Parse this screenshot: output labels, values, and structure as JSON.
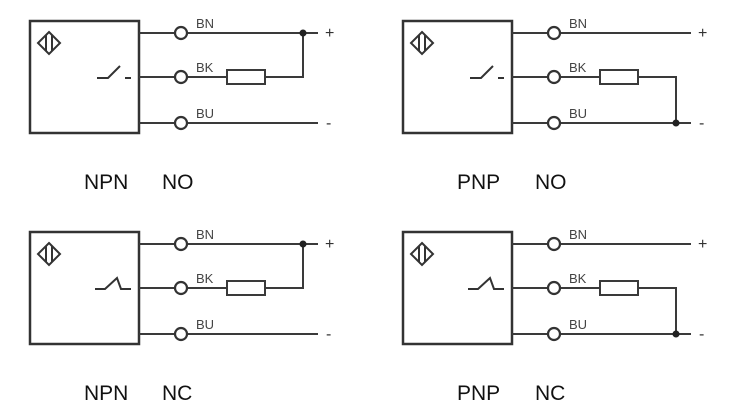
{
  "diagrams": [
    {
      "id": "npn-no",
      "output_type": "NPN",
      "contact_type": "NO",
      "load_to": "+",
      "switch": "normally-open",
      "wires": [
        "BN",
        "BK",
        "BU"
      ],
      "polarity": {
        "top": "+",
        "bottom": "-"
      }
    },
    {
      "id": "pnp-no",
      "output_type": "PNP",
      "contact_type": "NO",
      "load_to": "-",
      "switch": "normally-open",
      "wires": [
        "BN",
        "BK",
        "BU"
      ],
      "polarity": {
        "top": "+",
        "bottom": "-"
      }
    },
    {
      "id": "npn-nc",
      "output_type": "NPN",
      "contact_type": "NC",
      "load_to": "+",
      "switch": "normally-closed",
      "wires": [
        "BN",
        "BK",
        "BU"
      ],
      "polarity": {
        "top": "+",
        "bottom": "-"
      }
    },
    {
      "id": "pnp-nc",
      "output_type": "PNP",
      "contact_type": "NC",
      "load_to": "-",
      "switch": "normally-closed",
      "wires": [
        "BN",
        "BK",
        "BU"
      ],
      "polarity": {
        "top": "+",
        "bottom": "-"
      }
    }
  ],
  "icons": {
    "sensor": "proximity-sensor-symbol",
    "terminal": "terminal-circle",
    "load": "resistor",
    "junction": "junction-dot"
  }
}
